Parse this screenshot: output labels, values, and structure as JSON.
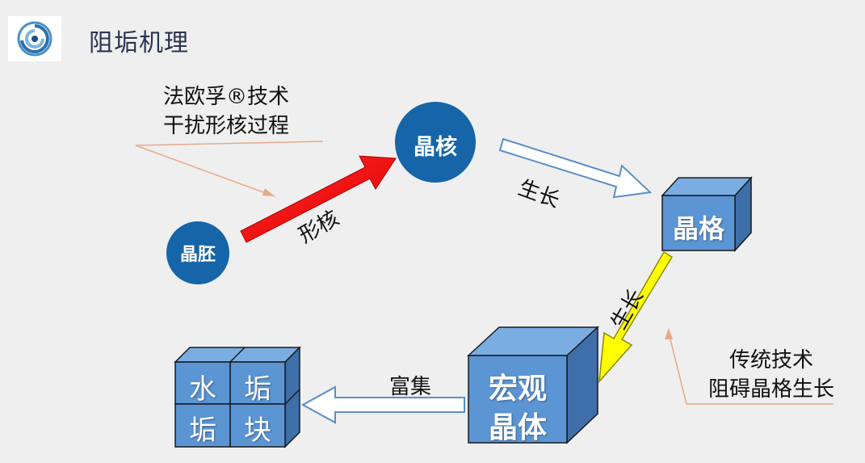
{
  "title": "阻垢机理",
  "logo_icon": "swirl-logo-icon",
  "colors": {
    "circle": "#1565a8",
    "cube_front": "#5b95d4",
    "cube_top": "#7aaee3",
    "cube_side": "#3f6fa8",
    "arrow_red": "#ff0000",
    "arrow_yellow": "#ffff00",
    "arrow_white_outline": "#5b8ec8",
    "pointer_line": "#e8a888"
  },
  "nodes": {
    "embryo": "晶胚",
    "nucleus": "晶核",
    "lattice": "晶格",
    "macro_crystal_line1": "宏观",
    "macro_crystal_line2": "晶体",
    "scale_block": [
      "水",
      "垢",
      "垢",
      "块"
    ]
  },
  "edges": {
    "nucleation": "形核",
    "growth1": "生长",
    "growth2": "生长",
    "enrichment": "富集"
  },
  "notes": {
    "falufu_line1": "法欧孚®技术",
    "falufu_line2": "干扰形核过程",
    "traditional_line1": "传统技术",
    "traditional_line2": "阻碍晶格生长"
  }
}
